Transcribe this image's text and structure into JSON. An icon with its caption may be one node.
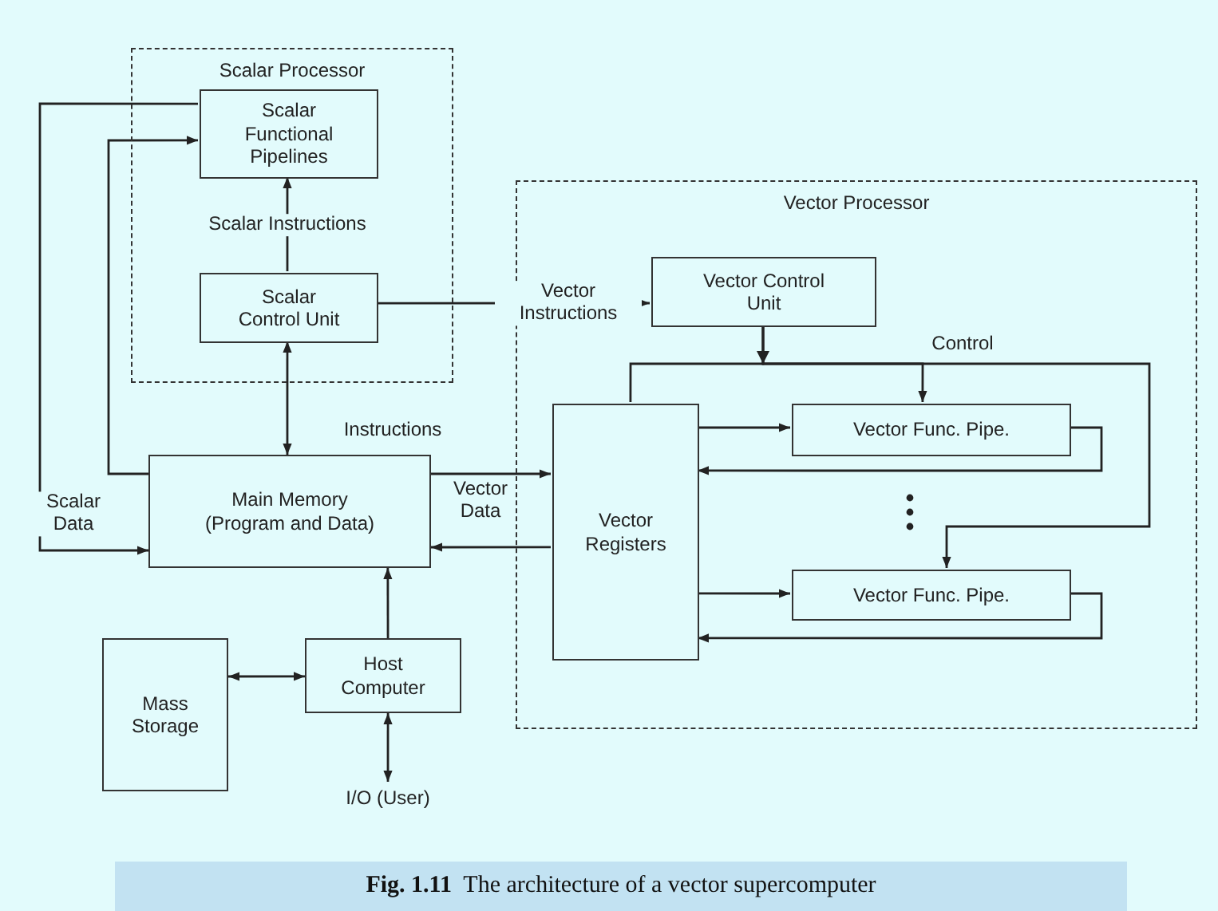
{
  "diagram": {
    "caption": "**Fig. 1.11**  The architecture of a vector supercomputer",
    "nodes": [
      {
        "text": [
          "Scalar Processor"
        ]
      },
      {
        "text": [
          "Scalar Functional Pipelines"
        ],
        "in": 0
      },
      {
        "text": [
          "Scalar Control Unit"
        ],
        "in": 0
      },
      {
        "text": [
          "Vector Processor"
        ]
      },
      {
        "text": [
          "Vector Control Unit"
        ],
        "in": 3
      },
      {
        "text": [
          "Vector Registers"
        ],
        "in": 3
      },
      {
        "text": [
          "Vector Func. Pipe."
        ],
        "in": 3
      },
      {
        "text": [
          "Vector Func. Pipe."
        ],
        "in": 3
      },
      {
        "text": [
          "Main Memory (Program and Data)"
        ]
      },
      {
        "text": [
          "Mass Storage"
        ]
      },
      {
        "text": [
          "Host Computer"
        ]
      },
      {
        "text": [
          "I/O (User)"
        ]
      }
    ],
    "edges": [
      {
        "from": 2,
        "to": 1,
        "arrow": "to",
        "label": "Scalar Instructions"
      },
      {
        "from": 2,
        "to": 8,
        "arrow": "both",
        "label": "Instructions"
      },
      {
        "from": 2,
        "to": 4,
        "arrow": "to",
        "label": "Vector Instructions"
      },
      {
        "from": 1,
        "to": 8,
        "arrow": "to",
        "label": "Scalar Data"
      },
      {
        "from": 8,
        "to": 1,
        "arrow": "to"
      },
      {
        "from": 8,
        "to": 5,
        "arrow": "to",
        "label": "Vector Data"
      },
      {
        "from": 5,
        "to": 8,
        "arrow": "to"
      },
      {
        "from": 4,
        "to": 5,
        "arrow": "to"
      },
      {
        "from": 4,
        "to": 6,
        "arrow": "to",
        "label": "Control"
      },
      {
        "from": 4,
        "to": 7,
        "arrow": "to"
      },
      {
        "from": 5,
        "to": 6,
        "arrow": "to"
      },
      {
        "from": 6,
        "to": 5,
        "arrow": "to"
      },
      {
        "from": 5,
        "to": 7,
        "arrow": "to"
      },
      {
        "from": 7,
        "to": 5,
        "arrow": "to"
      },
      {
        "from": 10,
        "to": 8,
        "arrow": "to"
      },
      {
        "from": 9,
        "to": 10,
        "arrow": "both"
      },
      {
        "from": 10,
        "to": 11,
        "arrow": "both"
      }
    ]
  }
}
